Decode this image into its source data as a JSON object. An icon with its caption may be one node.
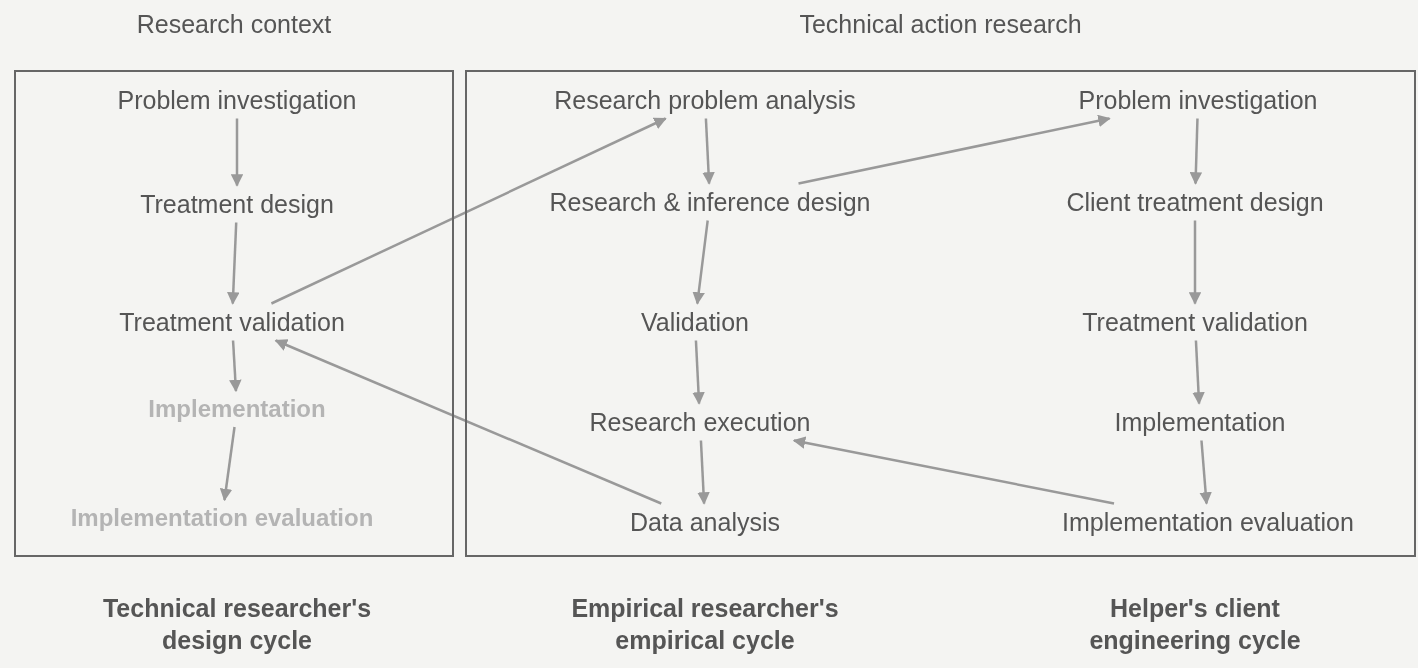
{
  "diagram": {
    "nodes": [
      {
        "text": [
          "Research context"
        ]
      },
      {
        "text": [
          "Problem investigation"
        ],
        "in": 0
      },
      {
        "text": [
          "Treatment design"
        ],
        "in": 0
      },
      {
        "text": [
          "Treatment validation"
        ],
        "in": 0
      },
      {
        "text": [
          "Implementation"
        ],
        "in": 0
      },
      {
        "text": [
          "Implementation evaluation"
        ],
        "in": 0
      },
      {
        "text": [
          "Technical action research"
        ]
      },
      {
        "text": [
          "Research problem analysis"
        ],
        "in": 6
      },
      {
        "text": [
          "Research & inference design"
        ],
        "in": 6
      },
      {
        "text": [
          "Validation"
        ],
        "in": 6
      },
      {
        "text": [
          "Research execution"
        ],
        "in": 6
      },
      {
        "text": [
          "Data analysis"
        ],
        "in": 6
      },
      {
        "text": [
          "Problem investigation"
        ],
        "in": 6
      },
      {
        "text": [
          "Client treatment design"
        ],
        "in": 6
      },
      {
        "text": [
          "Treatment validation"
        ],
        "in": 6
      },
      {
        "text": [
          "Implementation"
        ],
        "in": 6
      },
      {
        "text": [
          "Implementation evaluation"
        ],
        "in": 6
      }
    ],
    "edges": [
      {
        "from": 1,
        "to": 2,
        "arrow": "to"
      },
      {
        "from": 2,
        "to": 3,
        "arrow": "to"
      },
      {
        "from": 3,
        "to": 4,
        "arrow": "to"
      },
      {
        "from": 4,
        "to": 5,
        "arrow": "to"
      },
      {
        "from": 3,
        "to": 7,
        "arrow": "to"
      },
      {
        "from": 7,
        "to": 8,
        "arrow": "to"
      },
      {
        "from": 8,
        "to": 9,
        "arrow": "to"
      },
      {
        "from": 9,
        "to": 10,
        "arrow": "to"
      },
      {
        "from": 10,
        "to": 11,
        "arrow": "to"
      },
      {
        "from": 11,
        "to": 3,
        "arrow": "to"
      },
      {
        "from": 8,
        "to": 12,
        "arrow": "to"
      },
      {
        "from": 12,
        "to": 13,
        "arrow": "to"
      },
      {
        "from": 13,
        "to": 14,
        "arrow": "to"
      },
      {
        "from": 14,
        "to": 15,
        "arrow": "to"
      },
      {
        "from": 15,
        "to": 16,
        "arrow": "to"
      },
      {
        "from": 16,
        "to": 10,
        "arrow": "to"
      }
    ],
    "labels": [
      "Technical researcher's design cycle",
      "Empirical researcher's empirical cycle",
      "Helper's client engineering cycle"
    ]
  }
}
